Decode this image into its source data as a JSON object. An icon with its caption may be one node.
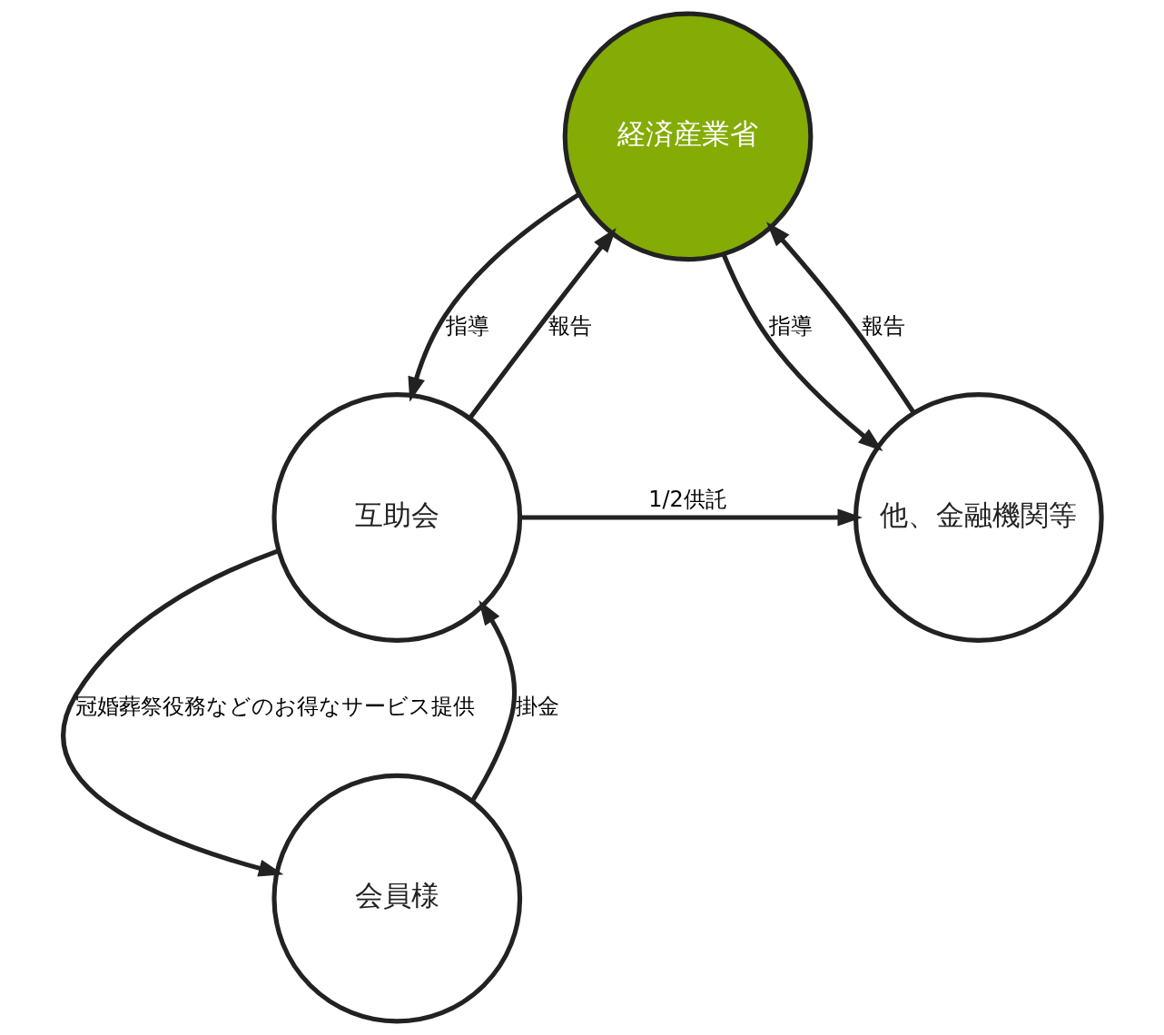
{
  "diagram": {
    "nodes": [
      {
        "text": [
          "経済産業省"
        ]
      },
      {
        "text": [
          "互助会"
        ]
      },
      {
        "text": [
          "他、金融機関等"
        ]
      },
      {
        "text": [
          "会員様"
        ]
      }
    ],
    "edges": [
      {
        "from": 1,
        "to": 0,
        "arrow": "to",
        "label": "報告"
      },
      {
        "from": 0,
        "to": 1,
        "arrow": "to",
        "label": "指導"
      },
      {
        "from": 2,
        "to": 0,
        "arrow": "to",
        "label": "報告"
      },
      {
        "from": 0,
        "to": 2,
        "arrow": "to",
        "label": "指導"
      },
      {
        "from": 1,
        "to": 2,
        "arrow": "to",
        "label": "1/2供託"
      },
      {
        "from": 1,
        "to": 3,
        "arrow": "to",
        "label": "冠婚葬祭役務などのお得なサービス提供"
      },
      {
        "from": 3,
        "to": 1,
        "arrow": "to",
        "label": "掛金"
      }
    ]
  }
}
